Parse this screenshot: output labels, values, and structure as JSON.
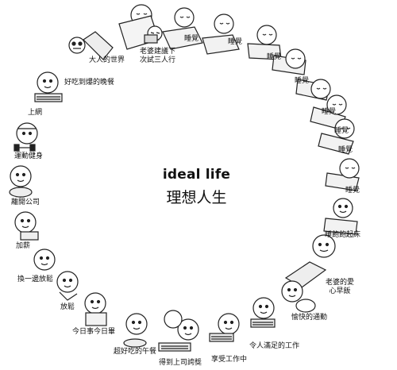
{
  "title": "ideal life",
  "subtitle": "理想人生",
  "labels": {
    "sleep1": "睡覺",
    "sleep2": "睡覺",
    "sleep3": "睡覺",
    "sleep4": "睡覺",
    "sleep5": "睡覺",
    "sleep6": "睡覺",
    "sleep7": "睡覺",
    "sleep8": "睡覺",
    "wake_up": "睡飽飽起床",
    "wife_breakfast_1": "老婆的愛",
    "wife_breakfast_2": "心早飯",
    "commute": "愉快的通勤",
    "satisfying_work": "令人滿足的工作",
    "enjoy_work": "享受工作中",
    "praise": "得到上司誇獎",
    "lunch": "超好吃的午餐",
    "daily_tasks": "今日事今日畢",
    "relax": "放鬆",
    "switch_sides": "換一邊放鬆",
    "raise": "加薪",
    "leave_office": "離開公司",
    "exercise": "運動健身",
    "online": "上網",
    "dinner": "好吃到爆的晚餐",
    "adult_world": "大人的世界",
    "threesome_1": "老婆建議下",
    "threesome_2": "次試三人行"
  }
}
